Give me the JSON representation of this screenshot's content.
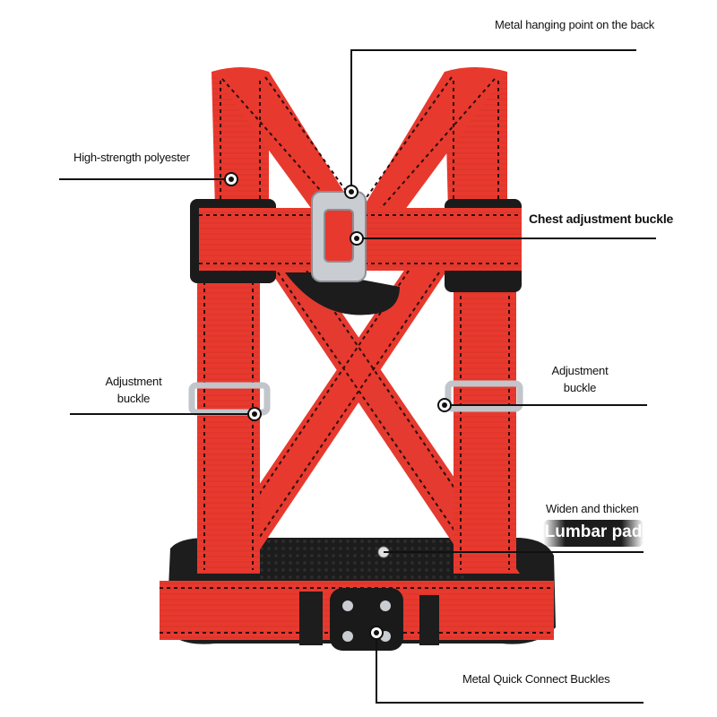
{
  "image": {
    "subject": "safety-harness",
    "colors": {
      "webbing": "#e8392e",
      "webbing_dark": "#b8231c",
      "stitch": "#2a0d0b",
      "pad": "#1d1d1d",
      "metal": "#c9ccd0",
      "leader_line": "#111111"
    }
  },
  "callouts": {
    "back_point": "Metal hanging point on the back",
    "polyester": "High-strength polyester",
    "chest_buckle": "Chest adjustment buckle",
    "adj_left_line1": "Adjustment",
    "adj_left_line2": "buckle",
    "adj_right_line1": "Adjustment",
    "adj_right_line2": "buckle",
    "widen": "Widen and thicken",
    "lumbar": "Lumbar pad",
    "quick_connect": "Metal Quick Connect Buckles"
  }
}
